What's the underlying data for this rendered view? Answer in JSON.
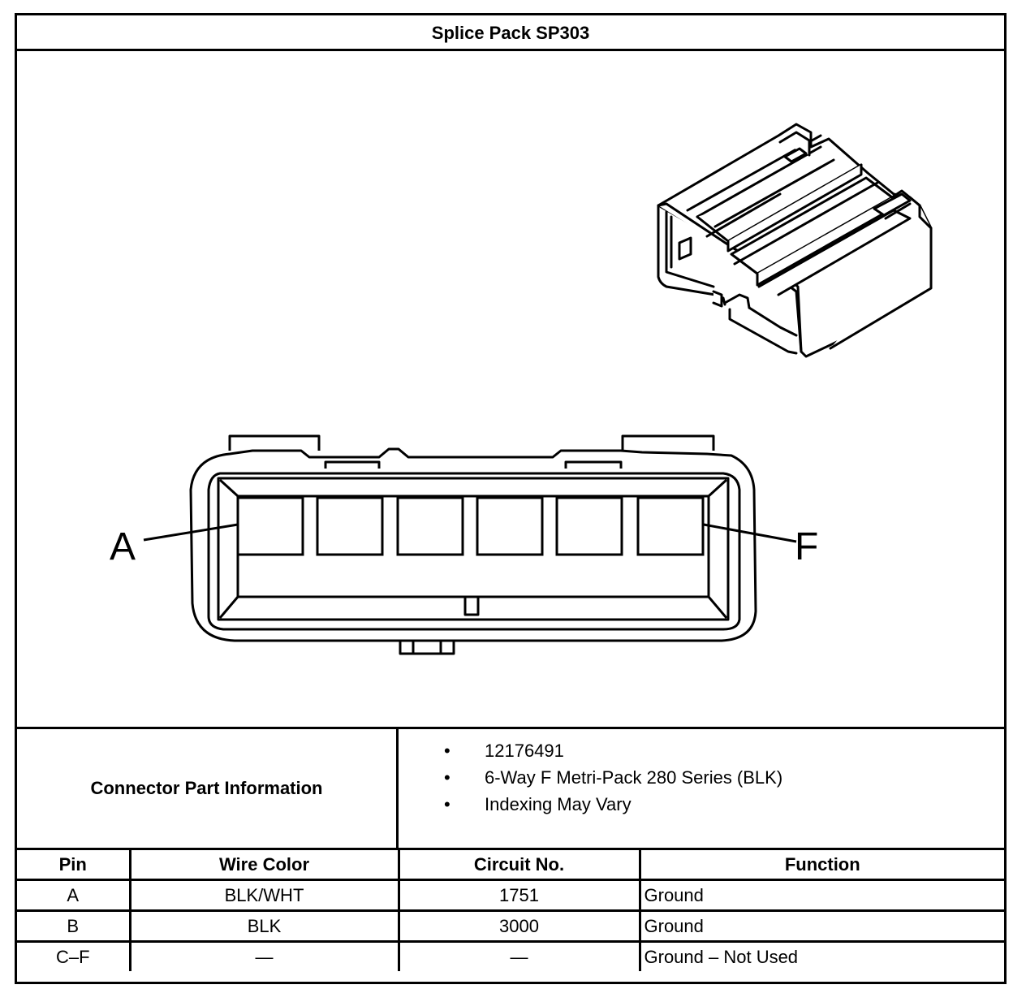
{
  "title": "Splice Pack SP303",
  "diagram": {
    "left_pin_label": "A",
    "right_pin_label": "F"
  },
  "connector_info": {
    "label": "Connector Part Information",
    "items": [
      "12176491",
      "6-Way F Metri-Pack 280 Series (BLK)",
      "Indexing May Vary"
    ],
    "bullet": "•"
  },
  "pin_table": {
    "headers": [
      "Pin",
      "Wire Color",
      "Circuit No.",
      "Function"
    ],
    "rows": [
      [
        "A",
        "BLK/WHT",
        "1751",
        "Ground"
      ],
      [
        "B",
        "BLK",
        "3000",
        "Ground"
      ],
      [
        "C–F",
        "—",
        "—",
        "Ground – Not Used"
      ]
    ]
  }
}
